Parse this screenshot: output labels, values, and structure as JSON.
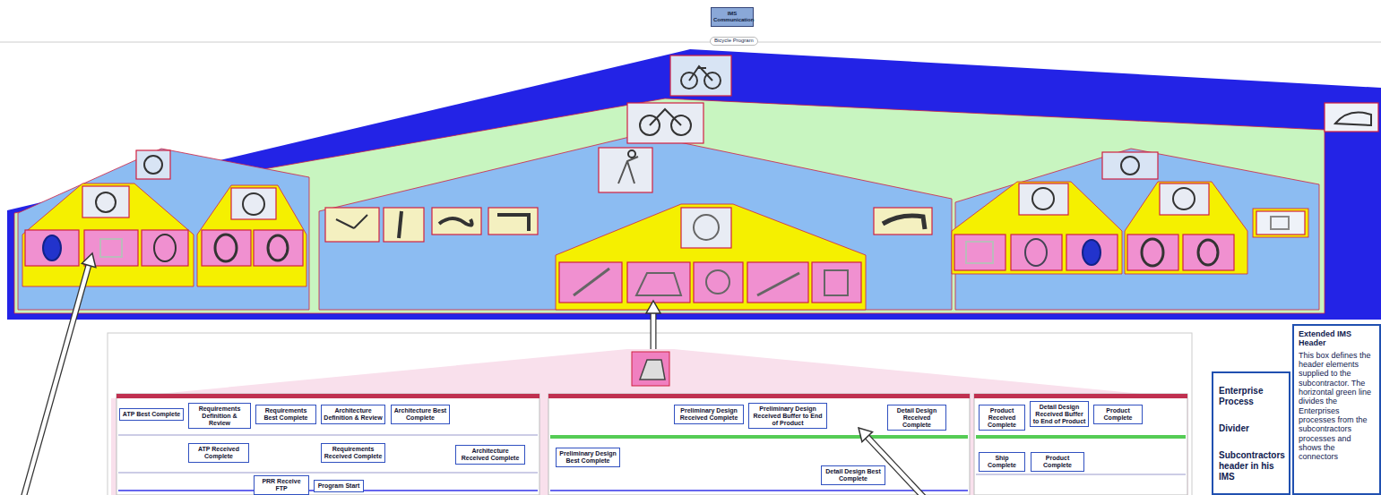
{
  "diagram": {
    "nodes": [
      {
        "text": [
          "IMS Communication"
        ]
      },
      {
        "text": [
          "ATP Best Complete"
        ]
      },
      {
        "text": [
          "Requirements Definition & Review"
        ]
      },
      {
        "text": [
          "Requirements Best Complete"
        ]
      },
      {
        "text": [
          "Architecture Definition & Review"
        ]
      },
      {
        "text": [
          "Architecture Best Complete"
        ]
      },
      {
        "text": [
          "ATP Received Complete"
        ]
      },
      {
        "text": [
          "Requirements Received Complete"
        ]
      },
      {
        "text": [
          "Architecture Received Complete"
        ]
      },
      {
        "text": [
          "PRR Receive FTP"
        ]
      },
      {
        "text": [
          "Program Start"
        ]
      },
      {
        "text": [
          "Preliminary Design Received Complete"
        ]
      },
      {
        "text": [
          "Preliminary Design Received Buffer to End of Product"
        ]
      },
      {
        "text": [
          "Detail Design Received Complete"
        ]
      },
      {
        "text": [
          "Preliminary Design Best Complete"
        ]
      },
      {
        "text": [
          "Detail Design Best Complete"
        ]
      },
      {
        "text": [
          "Product Received Complete"
        ]
      },
      {
        "text": [
          "Detail Design Received Buffer to End of Product"
        ]
      },
      {
        "text": [
          "Product Complete"
        ]
      },
      {
        "text": [
          "Ship Complete"
        ]
      },
      {
        "text": [
          "Product Complete"
        ]
      },
      {
        "text": [
          "Enterprise Process",
          "Divider",
          "Subcontractors header in his IMS"
        ]
      },
      {
        "text": [
          "Extended IMS Header",
          "This box defines the header elements supplied to the subcontractor. The horizontal green line divides the Enterprises processes from the subcontractors processes and shows the connectors"
        ]
      }
    ],
    "labels": [
      "Bicycle Program"
    ]
  }
}
